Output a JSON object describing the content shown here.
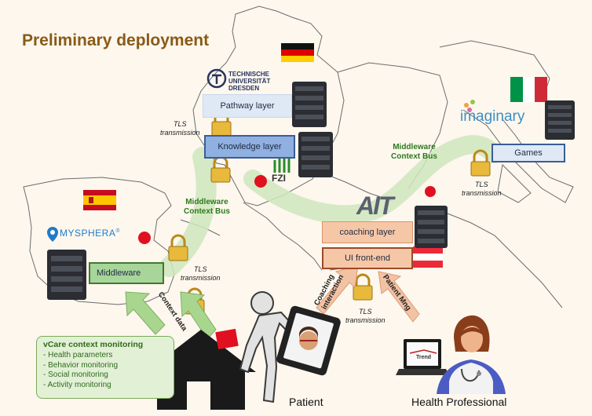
{
  "title": "Preliminary deployment",
  "boxes": {
    "pathway": "Pathway layer",
    "knowledge": "Knowledge layer",
    "middleware": "Middleware",
    "coaching": "coaching layer",
    "ui_frontend": "UI front-end",
    "games": "Games"
  },
  "tls": {
    "line1": "TLS",
    "line2": "transmission"
  },
  "bus": {
    "line1": "Middleware",
    "line2": "Context Bus"
  },
  "arrows": {
    "context_data": "Context data",
    "coaching_interaction_1": "Coaching",
    "coaching_interaction_2": "interaction",
    "patient_mng": "Patient Mng"
  },
  "vcare": {
    "title": "vCare context monitoring",
    "items": [
      "Health parameters",
      "Behavior monitoring",
      "Social monitoring",
      "Activity monitoring"
    ]
  },
  "people": {
    "patient": "Patient",
    "professional": "Health Professional"
  },
  "logos": {
    "tud_line1": "TECHNISCHE",
    "tud_line2": "UNIVERSITÄT",
    "tud_line3": "DRESDEN",
    "fzi": "FZI",
    "mysphera": "MYSPHERA",
    "mysphera_mark": "®",
    "ait": "AIT",
    "imaginary": "imaginary",
    "trend": "Trend"
  },
  "colors": {
    "title": "#8a5a16",
    "bus_green": "#2c7a1c",
    "arrow_green": "#a9d68f",
    "arrow_peach": "#f3c2a3",
    "red_dot": "#e01020"
  }
}
